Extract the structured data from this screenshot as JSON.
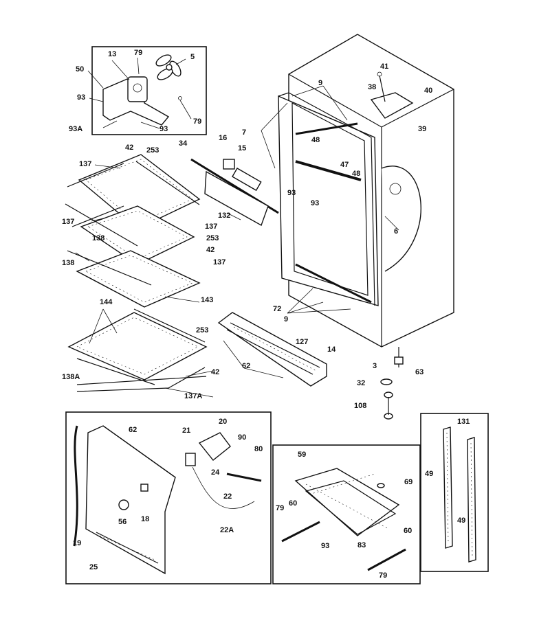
{
  "callouts": {
    "fan": [
      "13",
      "79",
      "5",
      "50",
      "93",
      "93A",
      "93",
      "79"
    ],
    "shelves": [
      "42",
      "253",
      "137",
      "137",
      "137",
      "138",
      "253",
      "42",
      "137",
      "138",
      "143",
      "144",
      "253",
      "42",
      "138A",
      "137A"
    ],
    "cabinet": [
      "41",
      "38",
      "40",
      "9",
      "39",
      "7",
      "34",
      "16",
      "15",
      "48",
      "47",
      "48",
      "93",
      "93",
      "132",
      "6",
      "72",
      "9",
      "127",
      "14",
      "62",
      "3",
      "63",
      "32",
      "108"
    ],
    "toe_plate": [
      "62",
      "21",
      "20",
      "90",
      "80",
      "24",
      "22",
      "18",
      "56",
      "19",
      "22A",
      "25"
    ],
    "basket": [
      "59",
      "69",
      "79",
      "60",
      "93",
      "83",
      "60",
      "79"
    ],
    "rails": [
      "131",
      "49",
      "49"
    ]
  }
}
